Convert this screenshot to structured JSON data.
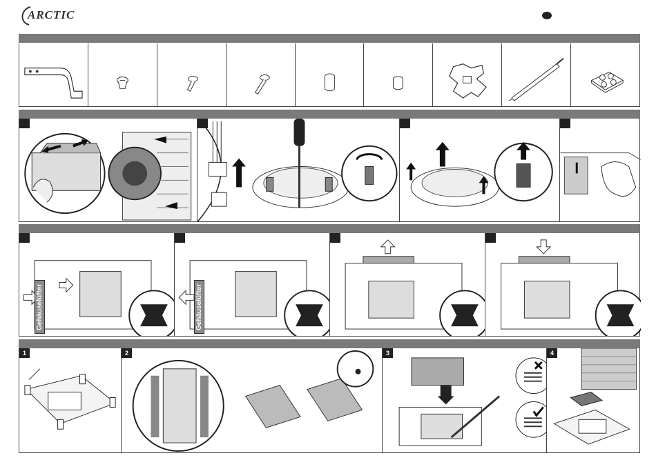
{
  "brand": {
    "logo_text": "ARCTIC"
  },
  "section3": {
    "fan_label": "Gehäuselüfter"
  },
  "section4": {
    "steps": [
      "1",
      "2",
      "3",
      "4"
    ]
  },
  "colors": {
    "band": "#7a7a7a",
    "line": "#333333",
    "accent": "#222222"
  },
  "icons": [
    "brand-logo",
    "screw-icon",
    "standoff-icon",
    "backplate-icon",
    "thermal-paste-syringe-icon",
    "thermal-pad-icon",
    "check-mark-icon",
    "cross-mark-icon",
    "arrow-up-icon",
    "arrow-down-icon"
  ]
}
